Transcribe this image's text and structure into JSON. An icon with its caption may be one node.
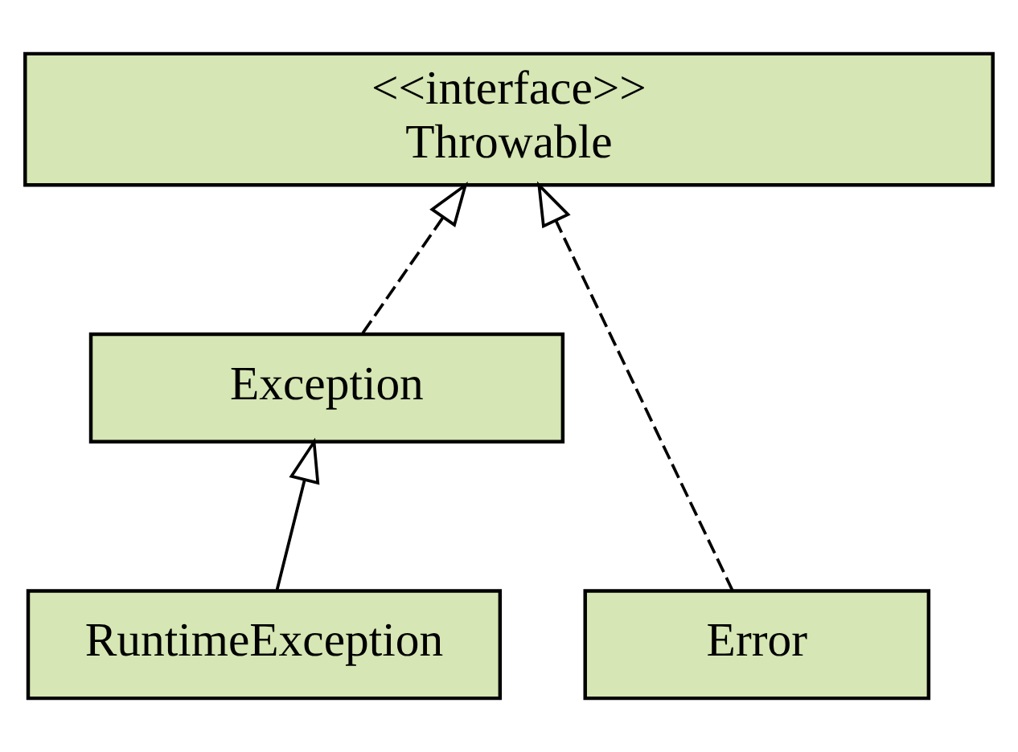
{
  "diagram": {
    "nodes": [
      {
        "text": [
          "<<interface>>",
          "Throwable"
        ]
      },
      {
        "text": [
          "Exception"
        ]
      },
      {
        "text": [
          "Error"
        ]
      },
      {
        "text": [
          "RuntimeException"
        ]
      }
    ],
    "edges": [
      {
        "from": 2,
        "to": 0,
        "arrow": "to",
        "style": "dashed"
      },
      {
        "from": 1,
        "to": 0,
        "arrow": "to",
        "style": "dashed"
      },
      {
        "from": 3,
        "to": 1,
        "arrow": "to"
      }
    ]
  }
}
